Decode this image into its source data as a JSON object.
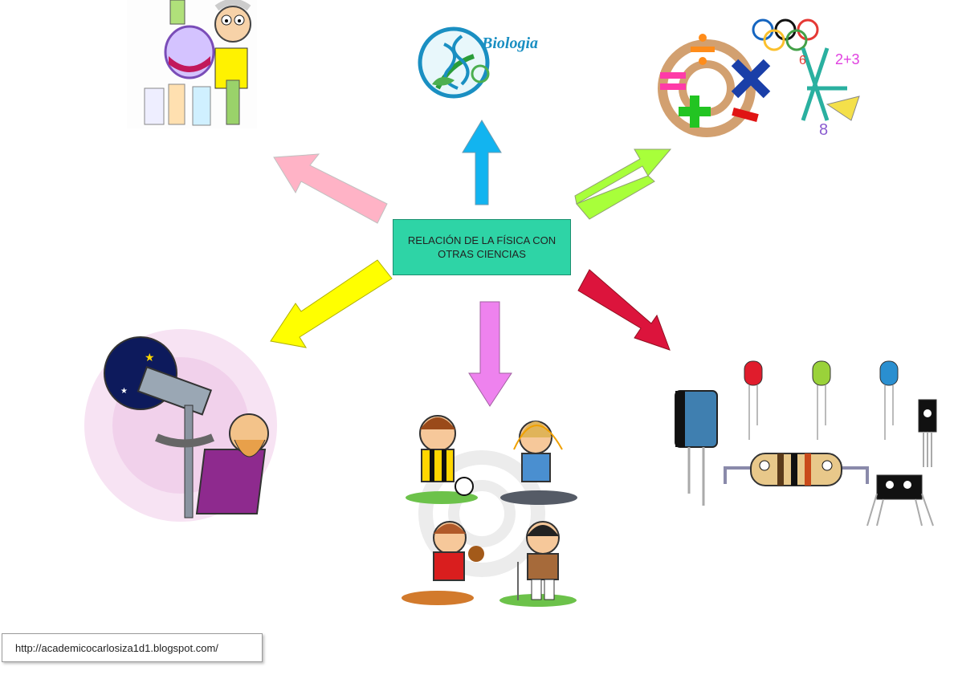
{
  "center": {
    "line1": "RELACIÓN DE LA FÍSICA CON",
    "line2": "OTRAS CIENCIAS"
  },
  "biology_logo": {
    "text": "Biologia"
  },
  "footer": {
    "url": "http://academicocarlosiza1d1.blogspot.com/"
  },
  "colors": {
    "center_box": "#2ed4a6",
    "arrow_chemistry": "#ffb3c6",
    "arrow_biology": "#12b4f0",
    "arrow_math": "#a8ff3a",
    "arrow_astronomy": "#ffff00",
    "arrow_sports": "#ee82ee",
    "arrow_electronics": "#dc143c"
  },
  "illustrations": [
    "chemistry-scientist",
    "biology-logo",
    "math-symbols",
    "astronomer-telescope",
    "children-sports",
    "electronic-components"
  ]
}
